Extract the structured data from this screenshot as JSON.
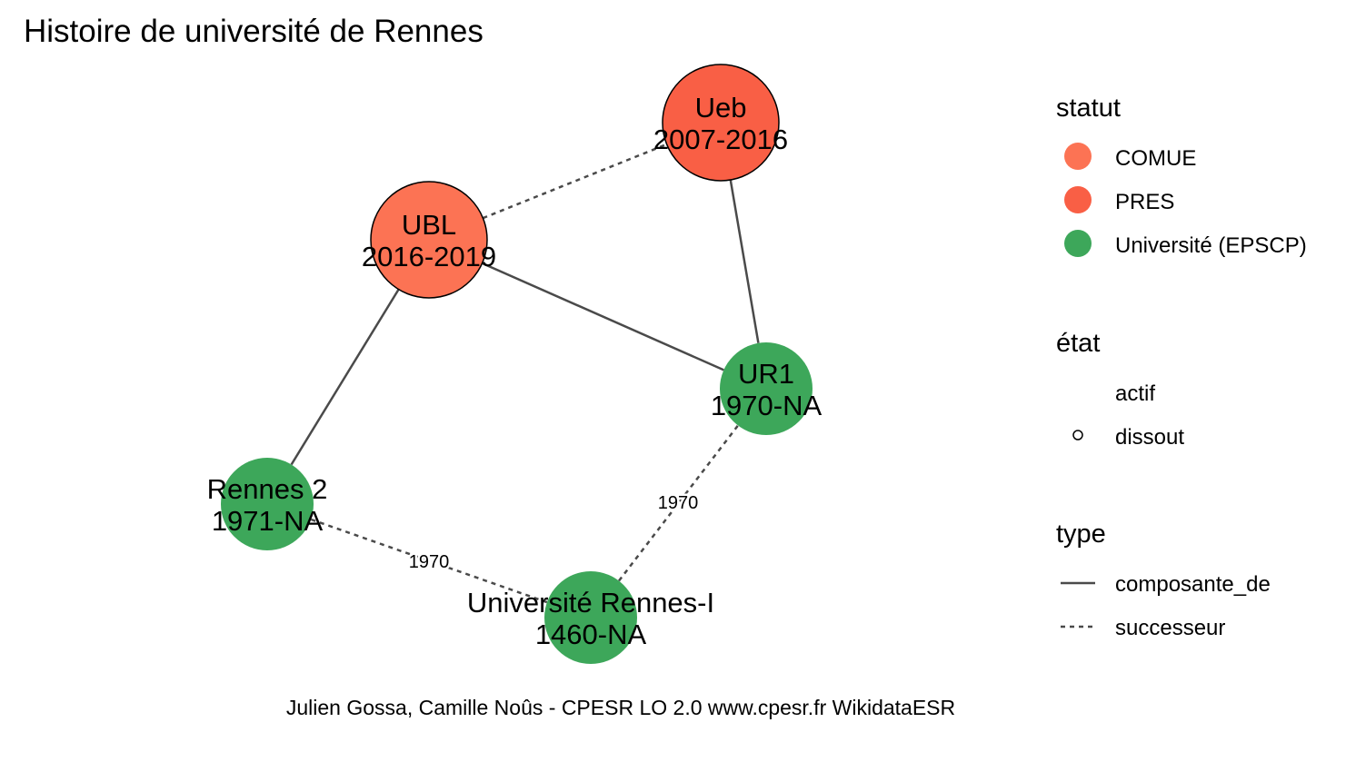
{
  "title": "Histoire de université de Rennes",
  "caption": "Julien Gossa, Camille Noûs - CPESR LO 2.0 www.cpesr.fr WikidataESR",
  "colors": {
    "COMUE": "#FC7354",
    "PRES": "#F95F45",
    "Université (EPSCP)": "#3DA75A",
    "edge": "#4a4a4a"
  },
  "nodes": [
    {
      "id": "ueb",
      "name": "Ueb",
      "years": "2007-2016",
      "statut": "PRES",
      "etat": "dissout"
    },
    {
      "id": "ubl",
      "name": "UBL",
      "years": "2016-2019",
      "statut": "COMUE",
      "etat": "dissout"
    },
    {
      "id": "ur1",
      "name": "UR1",
      "years": "1970-NA",
      "statut": "Université (EPSCP)",
      "etat": "actif"
    },
    {
      "id": "rennes2",
      "name": "Rennes 2",
      "years": "1971-NA",
      "statut": "Université (EPSCP)",
      "etat": "actif"
    },
    {
      "id": "urI",
      "name": "Université Rennes-I",
      "years": "1460-NA",
      "statut": "Université (EPSCP)",
      "etat": "actif"
    }
  ],
  "edges": [
    {
      "from": "ubl",
      "to": "ueb",
      "type": "successeur",
      "label": ""
    },
    {
      "from": "ur1",
      "to": "ueb",
      "type": "composante_de",
      "label": ""
    },
    {
      "from": "ur1",
      "to": "ubl",
      "type": "composante_de",
      "label": ""
    },
    {
      "from": "rennes2",
      "to": "ubl",
      "type": "composante_de",
      "label": ""
    },
    {
      "from": "urI",
      "to": "rennes2",
      "type": "successeur",
      "label": "1970"
    },
    {
      "from": "urI",
      "to": "ur1",
      "type": "successeur",
      "label": "1970"
    }
  ],
  "legend": {
    "statut": {
      "title": "statut",
      "items": [
        "COMUE",
        "PRES",
        "Université (EPSCP)"
      ]
    },
    "etat": {
      "title": "état",
      "items": [
        "actif",
        "dissout"
      ]
    },
    "type": {
      "title": "type",
      "items": [
        "composante_de",
        "successeur"
      ]
    }
  }
}
